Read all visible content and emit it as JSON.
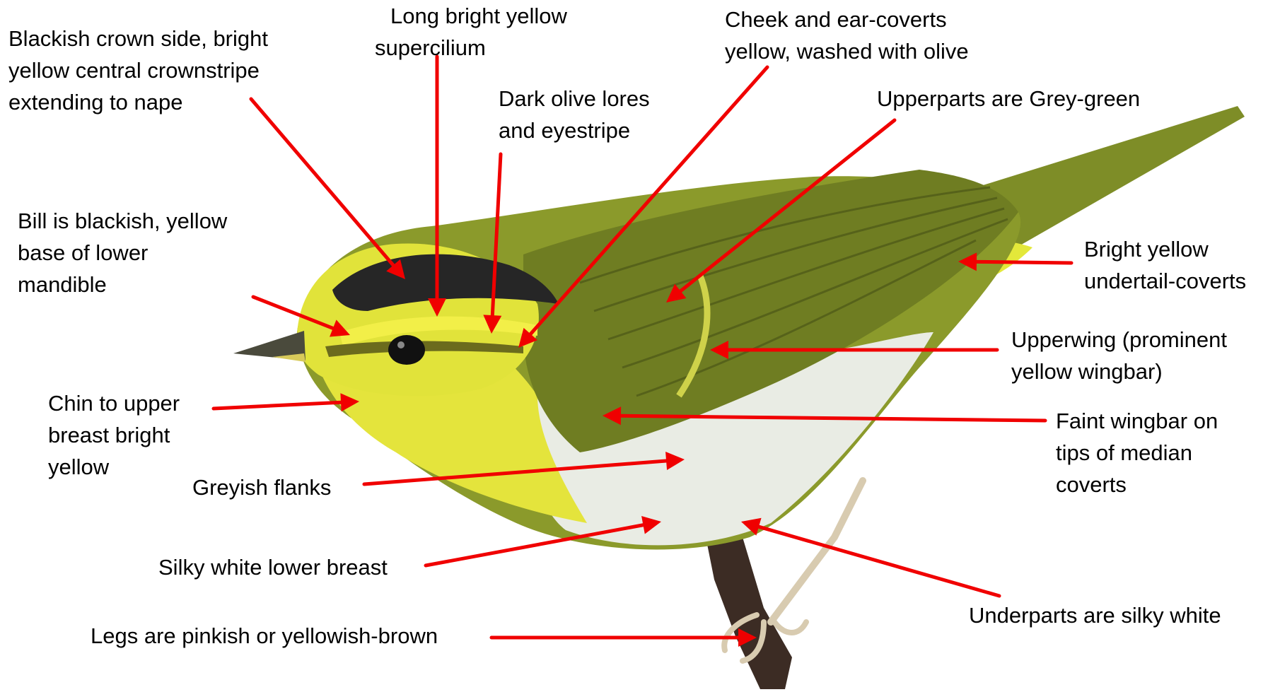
{
  "colors": {
    "arrow": "#f00000",
    "label_text": "#000000",
    "body_olive": "#8c9a2a",
    "wing_olive": "#6f7d22",
    "yellow": "#e7ec3a",
    "crown_dark": "#262626",
    "belly_white": "#e9ece4",
    "twig": "#3c2c24"
  },
  "labels": {
    "crown": {
      "lines": [
        "Blackish crown side, bright",
        "yellow central crownstripe",
        "extending to nape"
      ]
    },
    "supercilium": {
      "lines": [
        "Long bright yellow",
        "supercilium"
      ]
    },
    "lores": {
      "lines": [
        "Dark olive lores",
        "and eyestripe"
      ]
    },
    "cheek": {
      "lines": [
        "Cheek and ear-coverts",
        "yellow, washed with olive"
      ]
    },
    "upperparts": {
      "lines": [
        "Upperparts  are Grey-green"
      ]
    },
    "bill": {
      "lines": [
        "Bill is blackish, yellow",
        "base of lower",
        "mandible"
      ]
    },
    "undertail": {
      "lines": [
        "Bright yellow",
        "undertail-coverts"
      ]
    },
    "upperwing": {
      "lines": [
        "Upperwing (prominent",
        "yellow wingbar)"
      ]
    },
    "chin": {
      "lines": [
        "Chin to upper",
        "breast bright",
        "yellow"
      ]
    },
    "faint_wingbar": {
      "lines": [
        "Faint wingbar on",
        "tips of median",
        "coverts"
      ]
    },
    "flanks": {
      "lines": [
        "Greyish flanks"
      ]
    },
    "lower_breast": {
      "lines": [
        "Silky white lower breast"
      ]
    },
    "underparts": {
      "lines": [
        "Underparts are  silky white"
      ]
    },
    "legs": {
      "lines": [
        "Legs are pinkish or yellowish-brown"
      ]
    }
  }
}
